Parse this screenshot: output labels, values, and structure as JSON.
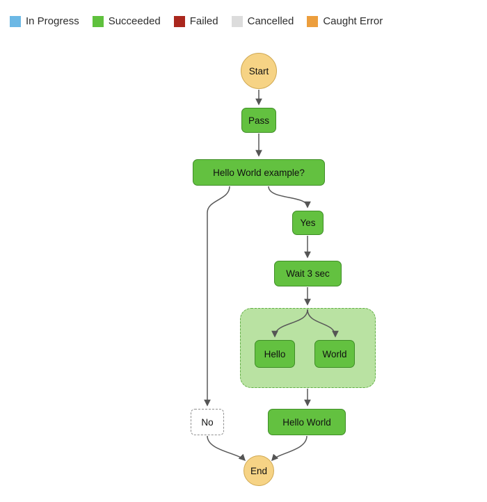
{
  "legend": {
    "items": [
      {
        "label": "In Progress",
        "color": "#6cb8e5"
      },
      {
        "label": "Succeeded",
        "color": "#5fc13d"
      },
      {
        "label": "Failed",
        "color": "#aa271d"
      },
      {
        "label": "Cancelled",
        "color": "#dcdcdc"
      },
      {
        "label": "Caught Error",
        "color": "#ec9e3d"
      }
    ]
  },
  "graph": {
    "nodes": {
      "start": {
        "label": "Start",
        "status": "start"
      },
      "pass": {
        "label": "Pass",
        "status": "succeeded"
      },
      "choice": {
        "label": "Hello World example?",
        "status": "succeeded"
      },
      "yes": {
        "label": "Yes",
        "status": "succeeded"
      },
      "wait": {
        "label": "Wait 3 sec",
        "status": "succeeded"
      },
      "parallel": {
        "label": "",
        "status": "succeeded"
      },
      "hello": {
        "label": "Hello",
        "status": "succeeded"
      },
      "world": {
        "label": "World",
        "status": "succeeded"
      },
      "hello_world": {
        "label": "Hello World",
        "status": "succeeded"
      },
      "no": {
        "label": "No",
        "status": "not-executed"
      },
      "end": {
        "label": "End",
        "status": "end"
      }
    },
    "colors": {
      "succeeded_fill": "#63c140",
      "succeeded_border": "#3f8d27",
      "parallel_fill": "#b9e2a2",
      "parallel_border": "#5fae43",
      "terminal_fill": "#f6d385",
      "terminal_border": "#cfa852",
      "not_executed_fill": "#ffffff",
      "not_executed_border": "#8f8f8f",
      "edge": "#585858"
    }
  }
}
